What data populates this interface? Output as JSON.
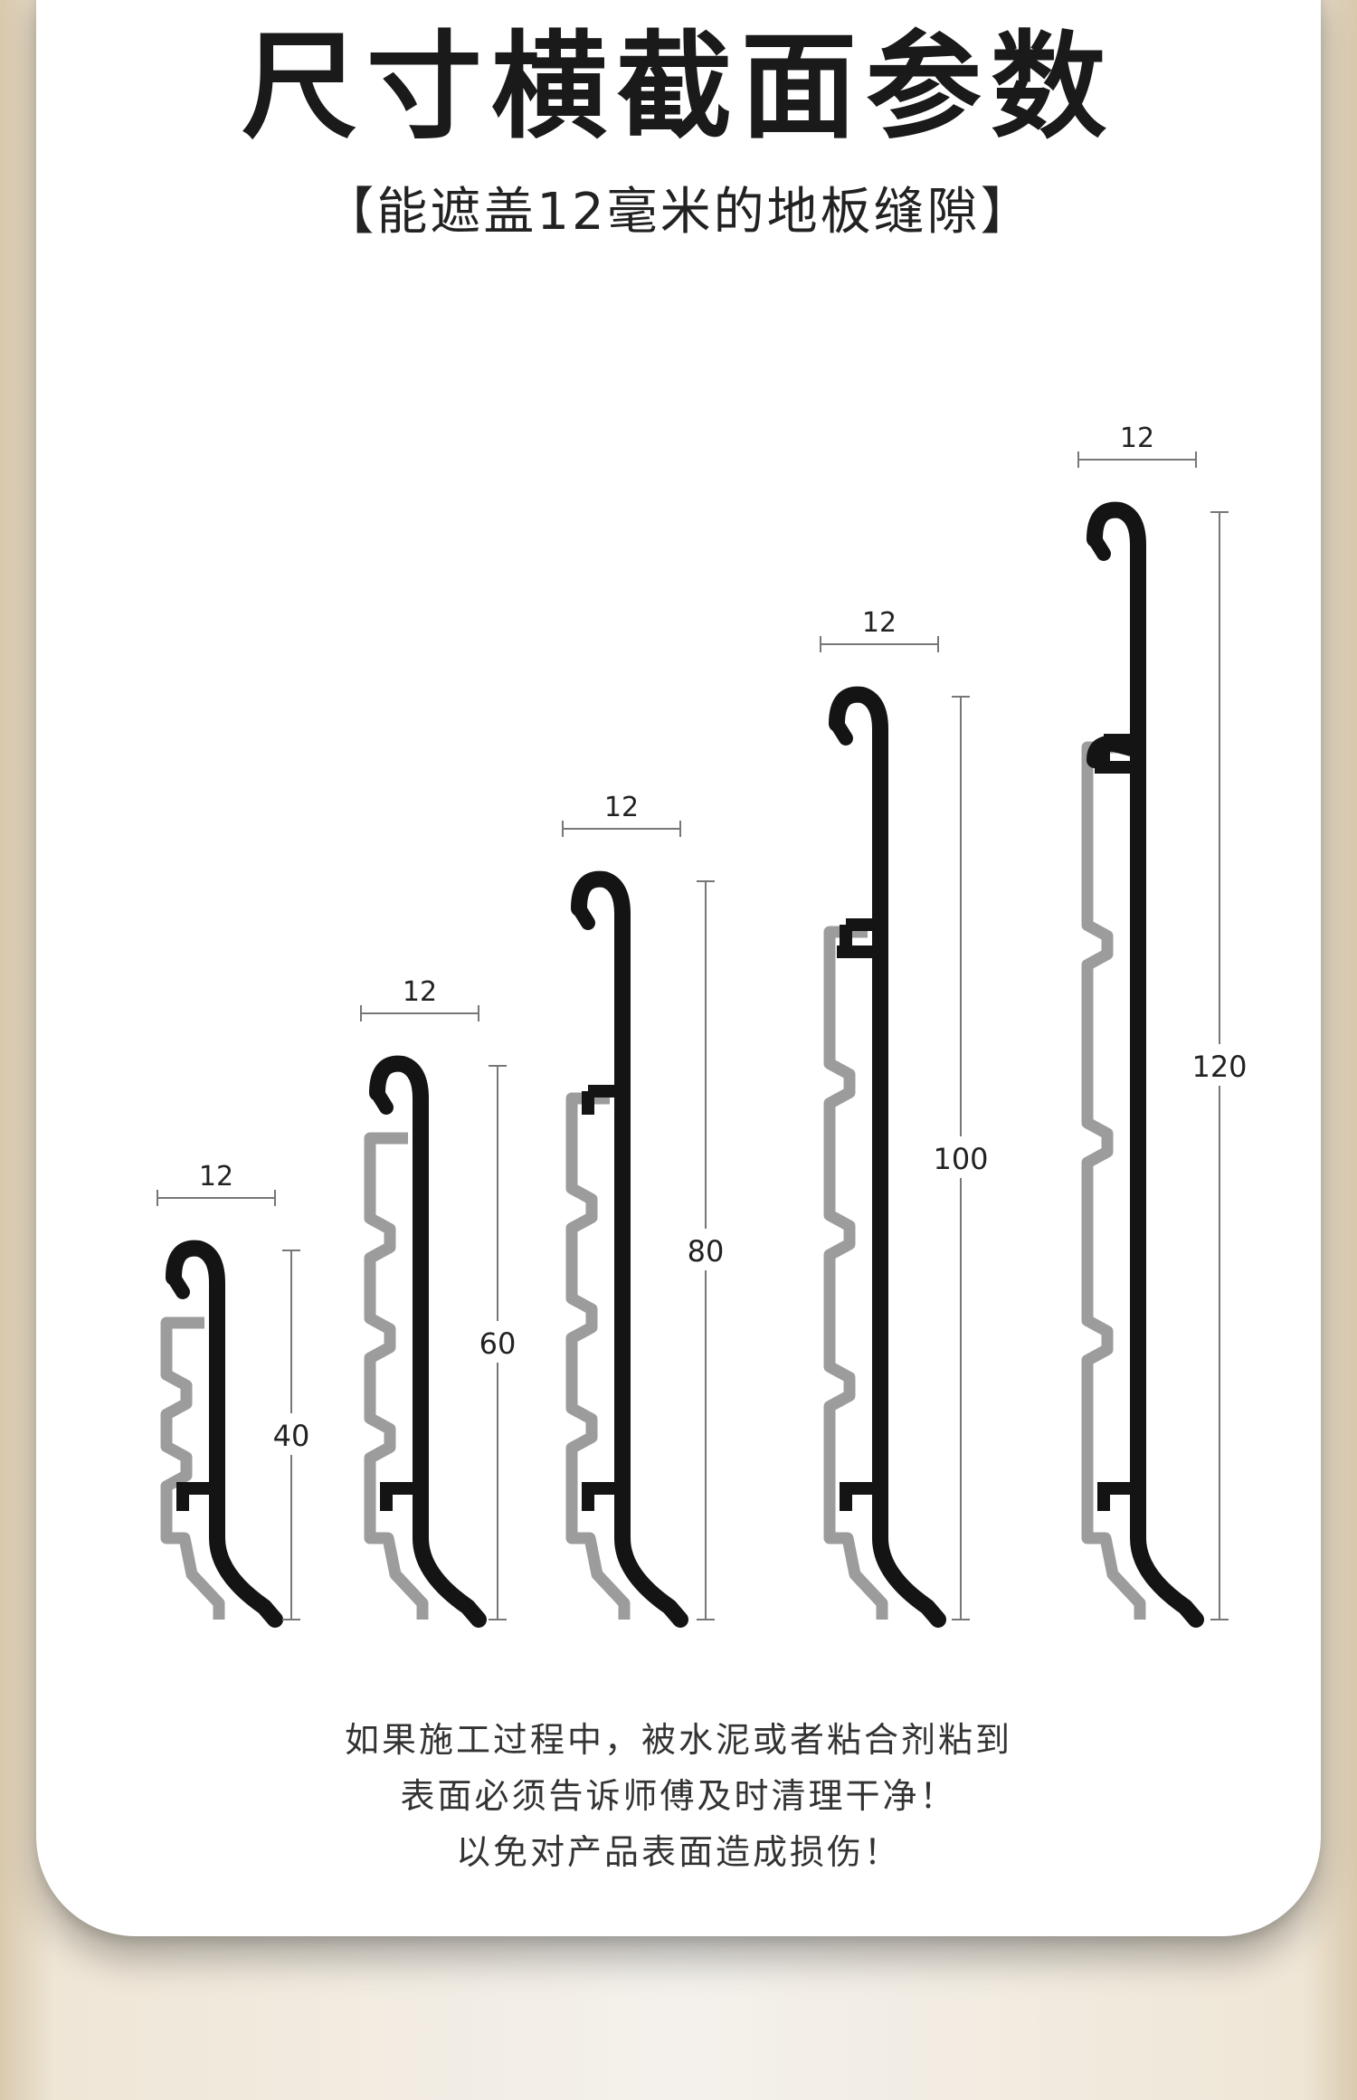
{
  "title": "尺寸横截面参数",
  "subtitle": "【能遮盖12毫米的地板缝隙】",
  "colors": {
    "profile": "#141414",
    "bracket": "#9c9c9c",
    "dimension": "#777777",
    "text": "#222222"
  },
  "profiles": [
    {
      "width_label": "12",
      "height_label": "40",
      "height_mm": 40
    },
    {
      "width_label": "12",
      "height_label": "60",
      "height_mm": 60
    },
    {
      "width_label": "12",
      "height_label": "80",
      "height_mm": 80
    },
    {
      "width_label": "12",
      "height_label": "100",
      "height_mm": 100
    },
    {
      "width_label": "12",
      "height_label": "120",
      "height_mm": 120
    }
  ],
  "notes": [
    "如果施工过程中，被水泥或者粘合剂粘到",
    "表面必须告诉师傅及时清理干净！",
    "以免对产品表面造成损伤！"
  ]
}
